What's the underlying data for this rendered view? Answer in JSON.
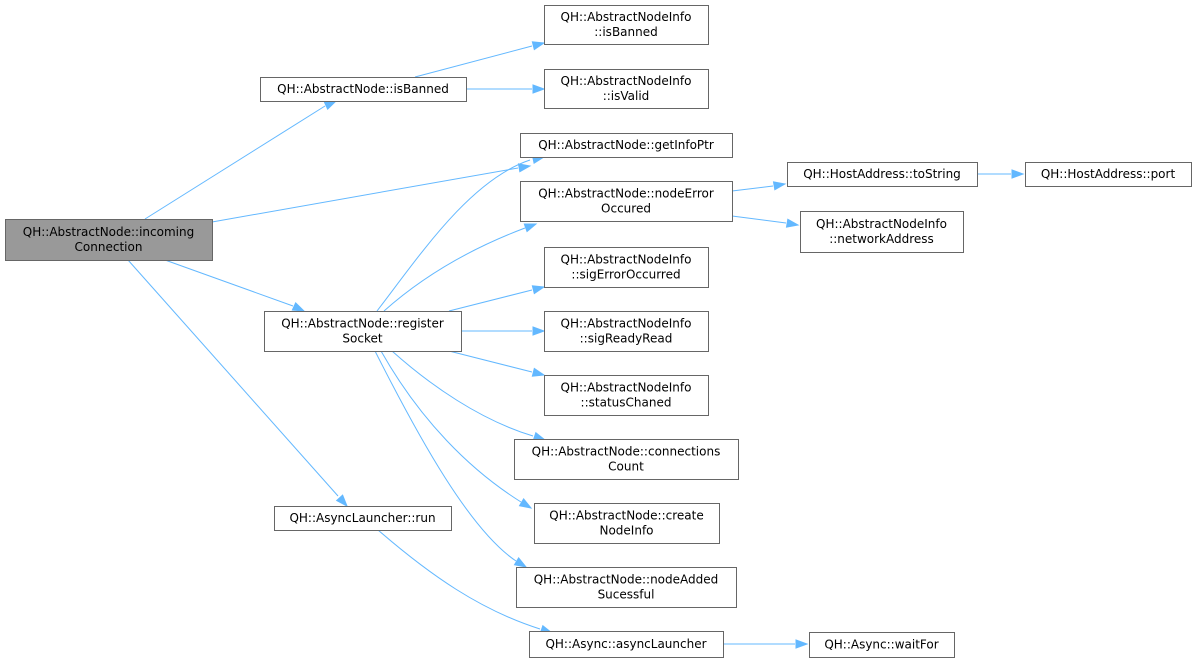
{
  "graph": {
    "nodes": [
      {
        "id": "incoming",
        "lines": [
          "QH::AbstractNode::incoming",
          "Connection"
        ],
        "root": true
      },
      {
        "id": "isBanned",
        "lines": [
          "QH::AbstractNode::isBanned"
        ]
      },
      {
        "id": "registerSocket",
        "lines": [
          "QH::AbstractNode::register",
          "Socket"
        ]
      },
      {
        "id": "asyncRun",
        "lines": [
          "QH::AsyncLauncher::run"
        ]
      },
      {
        "id": "infoIsBanned",
        "lines": [
          "QH::AbstractNodeInfo",
          "::isBanned"
        ]
      },
      {
        "id": "infoIsValid",
        "lines": [
          "QH::AbstractNodeInfo",
          "::isValid"
        ]
      },
      {
        "id": "getInfoPtr",
        "lines": [
          "QH::AbstractNode::getInfoPtr"
        ]
      },
      {
        "id": "nodeErrorOccured",
        "lines": [
          "QH::AbstractNode::nodeError",
          "Occured"
        ]
      },
      {
        "id": "sigErrorOccurred",
        "lines": [
          "QH::AbstractNodeInfo",
          "::sigErrorOccurred"
        ]
      },
      {
        "id": "sigReadyRead",
        "lines": [
          "QH::AbstractNodeInfo",
          "::sigReadyRead"
        ]
      },
      {
        "id": "statusChaned",
        "lines": [
          "QH::AbstractNodeInfo",
          "::statusChaned"
        ]
      },
      {
        "id": "connectionsCount",
        "lines": [
          "QH::AbstractNode::connections",
          "Count"
        ]
      },
      {
        "id": "createNodeInfo",
        "lines": [
          "QH::AbstractNode::create",
          "NodeInfo"
        ]
      },
      {
        "id": "nodeAddedSucessful",
        "lines": [
          "QH::AbstractNode::nodeAdded",
          "Sucessful"
        ]
      },
      {
        "id": "asyncLauncher",
        "lines": [
          "QH::Async::asyncLauncher"
        ]
      },
      {
        "id": "toString",
        "lines": [
          "QH::HostAddress::toString"
        ]
      },
      {
        "id": "networkAddress",
        "lines": [
          "QH::AbstractNodeInfo",
          "::networkAddress"
        ]
      },
      {
        "id": "port",
        "lines": [
          "QH::HostAddress::port"
        ]
      },
      {
        "id": "waitFor",
        "lines": [
          "QH::Async::waitFor"
        ]
      }
    ],
    "edges": [
      {
        "from": "incoming",
        "to": "isBanned"
      },
      {
        "from": "incoming",
        "to": "getInfoPtr"
      },
      {
        "from": "incoming",
        "to": "registerSocket"
      },
      {
        "from": "incoming",
        "to": "asyncRun"
      },
      {
        "from": "isBanned",
        "to": "infoIsBanned"
      },
      {
        "from": "isBanned",
        "to": "infoIsValid"
      },
      {
        "from": "registerSocket",
        "to": "getInfoPtr"
      },
      {
        "from": "registerSocket",
        "to": "nodeErrorOccured"
      },
      {
        "from": "registerSocket",
        "to": "sigErrorOccurred"
      },
      {
        "from": "registerSocket",
        "to": "sigReadyRead"
      },
      {
        "from": "registerSocket",
        "to": "statusChaned"
      },
      {
        "from": "registerSocket",
        "to": "connectionsCount"
      },
      {
        "from": "registerSocket",
        "to": "createNodeInfo"
      },
      {
        "from": "registerSocket",
        "to": "nodeAddedSucessful"
      },
      {
        "from": "asyncRun",
        "to": "asyncLauncher"
      },
      {
        "from": "nodeErrorOccured",
        "to": "toString"
      },
      {
        "from": "nodeErrorOccured",
        "to": "networkAddress"
      },
      {
        "from": "toString",
        "to": "port"
      },
      {
        "from": "asyncLauncher",
        "to": "waitFor"
      }
    ]
  }
}
